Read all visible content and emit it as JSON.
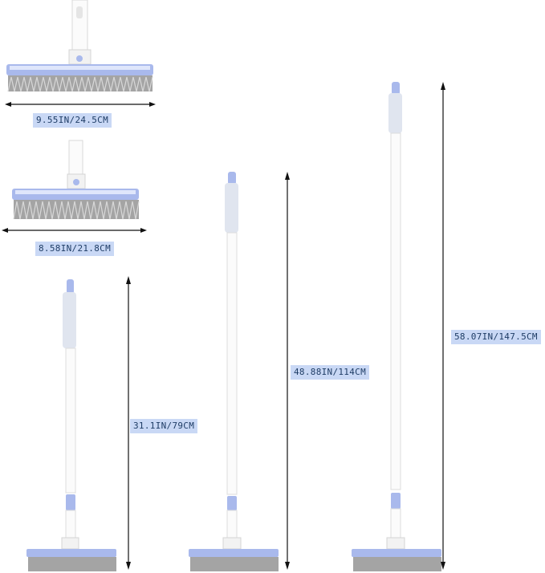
{
  "measurements": {
    "head_large_width": "9.55IN/24.5CM",
    "head_small_width": "8.58IN/21.8CM",
    "broom_short_height": "31.1IN/79CM",
    "broom_medium_height": "48.88IN/114CM",
    "broom_long_height": "58.07IN/147.5CM"
  },
  "colors": {
    "accent_blue": "#a9b9ec",
    "bristle_grey": "#9b9b9b",
    "handle_white": "#fbfbfb",
    "label_bg": "#c9d8f5",
    "label_text": "#1f3d66"
  }
}
